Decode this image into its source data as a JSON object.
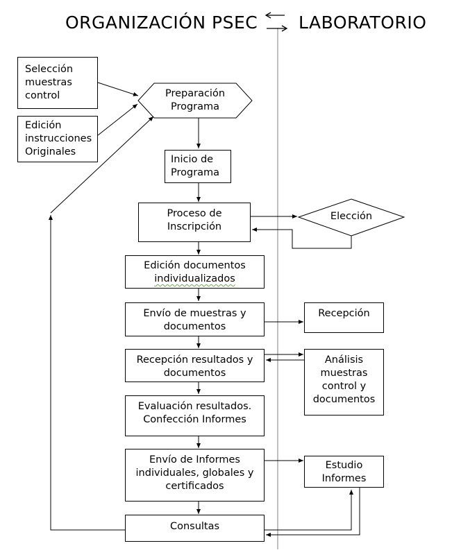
{
  "header": {
    "left_title": "ORGANIZACIÓN  PSEC",
    "right_title": "LABORATORIO"
  },
  "nodes": {
    "seleccion": "Selección\nmuestras\ncontrol",
    "edicion_instr": "Edición\ninstrucciones\nOriginales",
    "preparacion": "Preparación\nPrograma",
    "inicio": "Inicio de\nPrograma",
    "inscripcion": "Proceso de\nInscripción",
    "eleccion": "Elección",
    "edicion_docs_line1": "Edición documentos",
    "edicion_docs_line2": "individualizados",
    "envio_muestras": "Envío de muestras y\ndocumentos",
    "recepcion": "Recepción",
    "recepcion_resultados": "Recepción resultados y\ndocumentos",
    "analisis": "Análisis\nmuestras\ncontrol y\ndocumentos",
    "evaluacion": "Evaluación resultados.\nConfección Informes",
    "envio_informes": "Envío de Informes\nindividuales, globales y\ncertificados",
    "estudio": "Estudio\nInformes",
    "consultas": "Consultas"
  },
  "colors": {
    "line": "#000000",
    "divider": "#808080",
    "spell_underline": "#6aa84f"
  },
  "icons": {
    "exchange": "exchange-arrows-icon"
  }
}
